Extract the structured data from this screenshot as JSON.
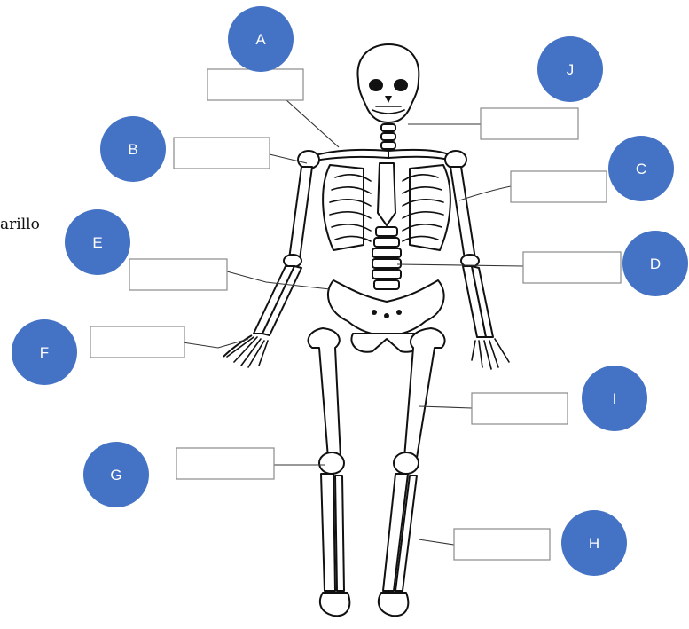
{
  "side_text": "arillo",
  "colors": {
    "marker_fill": "#4472c4",
    "marker_text": "#ffffff",
    "box_border": "#8a8a8a",
    "line": "#333333"
  },
  "labels": [
    {
      "letter": "A"
    },
    {
      "letter": "B"
    },
    {
      "letter": "C"
    },
    {
      "letter": "D"
    },
    {
      "letter": "E"
    },
    {
      "letter": "F"
    },
    {
      "letter": "G"
    },
    {
      "letter": "H"
    },
    {
      "letter": "I"
    },
    {
      "letter": "J"
    }
  ],
  "answer_boxes": [
    "",
    "",
    "",
    "",
    "",
    "",
    "",
    "",
    "",
    ""
  ]
}
